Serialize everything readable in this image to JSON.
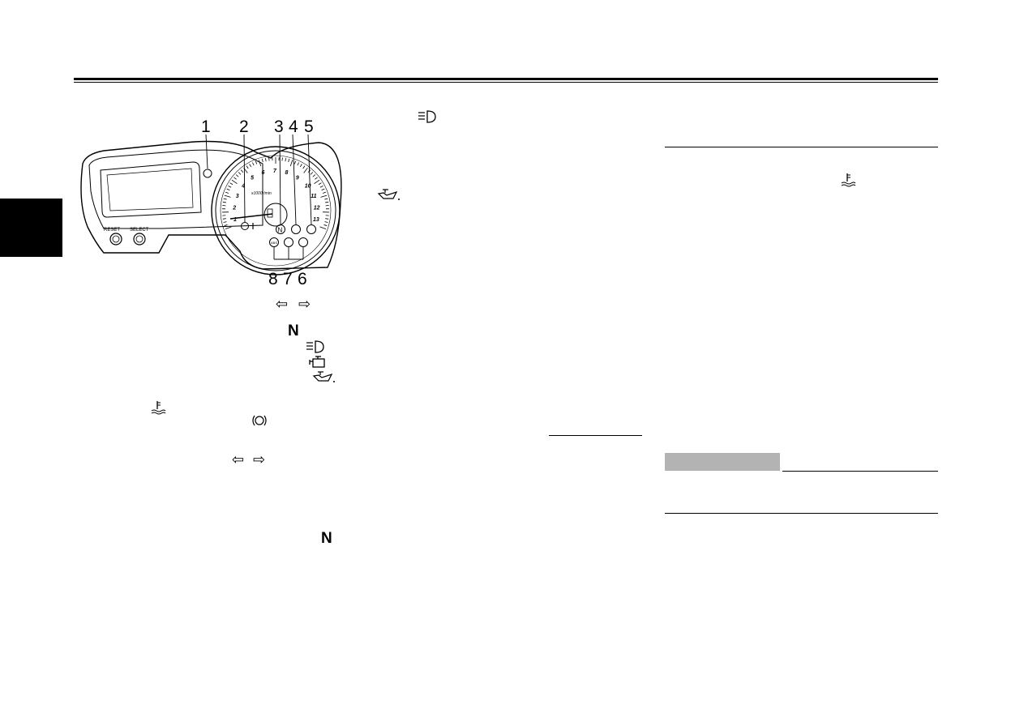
{
  "panel": {
    "button_labels": [
      "RESET",
      "SELECT"
    ],
    "dial_text": "x1000r/min",
    "tach_numbers": [
      "1",
      "2",
      "3",
      "4",
      "5",
      "6",
      "7",
      "8",
      "9",
      "10",
      "11",
      "12",
      "13"
    ],
    "abs_lamp_text": "ABS",
    "callout_numbers": [
      "1",
      "2",
      "3",
      "4",
      "5",
      "8",
      "7",
      "6"
    ]
  },
  "symbols": {
    "turn_left": "⇦",
    "turn_right": "⇨",
    "neutral": "N"
  }
}
